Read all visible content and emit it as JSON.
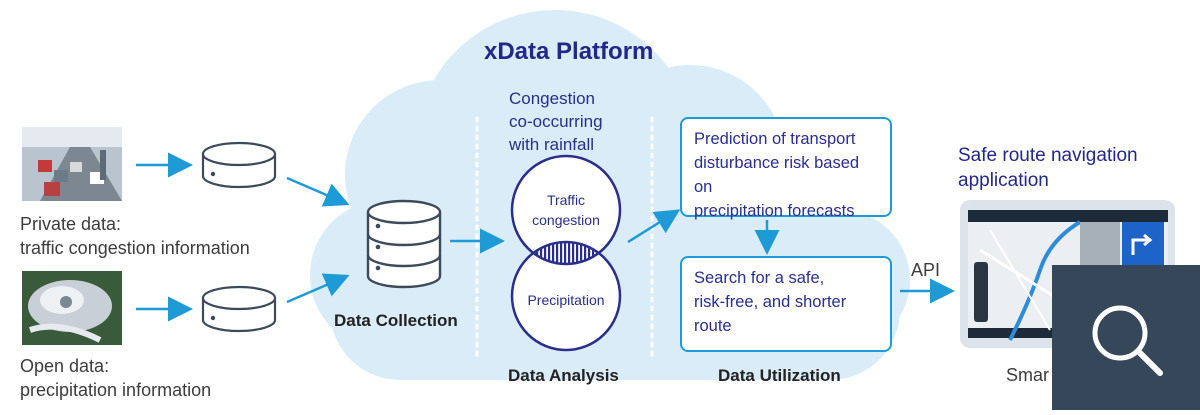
{
  "platform_title": "xData Platform",
  "inputs": {
    "private": {
      "line1": "Private data:",
      "line2": "traffic congestion information"
    },
    "open": {
      "line1": "Open data:",
      "line2": "precipitation information"
    }
  },
  "stages": {
    "collection": "Data Collection",
    "analysis": "Data Analysis",
    "utilization": "Data Utilization"
  },
  "analysis": {
    "heading": [
      "Congestion",
      "co-occurring",
      "with rainfall"
    ],
    "circle_top": [
      "Traffic",
      "congestion"
    ],
    "circle_bottom": "Precipitation"
  },
  "utilization": {
    "box1": [
      "Prediction of transport",
      "disturbance risk based on",
      "precipitation forecasts"
    ],
    "box2": [
      "Search for a safe,",
      "risk-free, and shorter",
      "route"
    ]
  },
  "api_label": "API",
  "app": {
    "title": [
      "Safe route navigation",
      "application"
    ],
    "caption": "Smar"
  },
  "colors": {
    "arrow": "#1e9ad6",
    "cloud": "#d9ecf7",
    "navy": "#23278a"
  },
  "search_overlay": {
    "icon": "search-icon"
  }
}
